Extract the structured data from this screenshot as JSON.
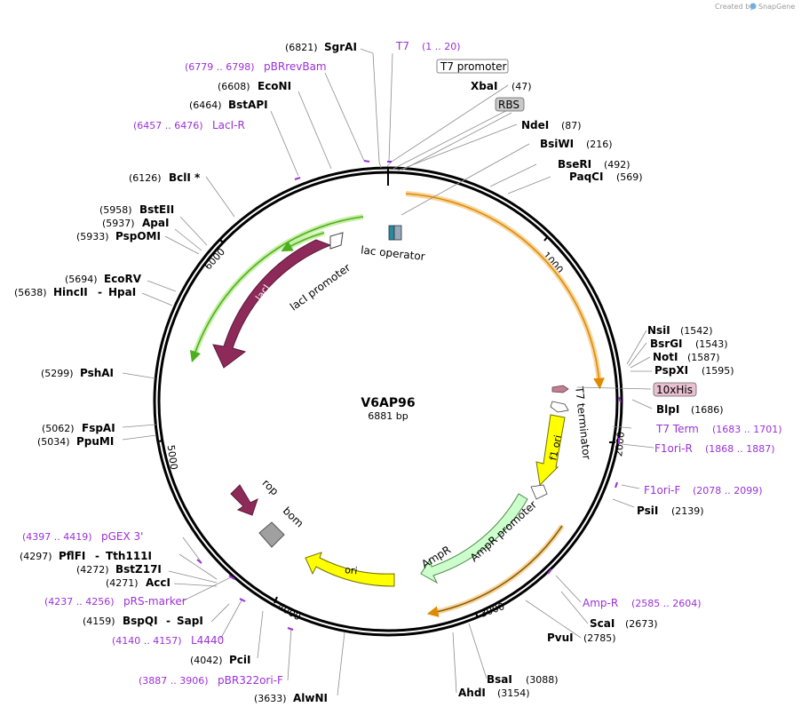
{
  "credit": {
    "prefix": "Created by",
    "brand": "SnapGene"
  },
  "plasmid": {
    "name": "V6AP96",
    "size_label": "6881 bp"
  },
  "ticks": [
    "1000",
    "2000",
    "3000",
    "4000",
    "5000",
    "6000"
  ],
  "features": {
    "lacI": "lacI",
    "lacI_promoter": "lacI promoter",
    "lac_operator": "lac operator",
    "t7_terminator": "T7 terminator",
    "f1_ori": "f1 ori",
    "AmpR_promoter": "AmpR promoter",
    "AmpR": "AmpR",
    "ori": "ori",
    "rop": "rop",
    "bom": "bom",
    "t7_promoter": "T7 promoter",
    "RBS": "RBS",
    "his": "10xHis"
  },
  "sites": {
    "SgrAI": {
      "pos": "(6821)",
      "name": "SgrAI"
    },
    "EcoNI": {
      "pos": "(6608)",
      "name": "EcoNI"
    },
    "BstAPI": {
      "pos": "(6464)",
      "name": "BstAPI"
    },
    "BclI": {
      "pos": "(6126)",
      "name": "BclI *"
    },
    "BstEII": {
      "pos": "(5958)",
      "name": "BstEII"
    },
    "ApaI": {
      "pos": "(5937)",
      "name": "ApaI"
    },
    "PspOMI": {
      "pos": "(5933)",
      "name": "PspOMI"
    },
    "EcoRV": {
      "pos": "(5694)",
      "name": "EcoRV"
    },
    "HincII": {
      "pos": "(5638)",
      "name": "HincII",
      "name2": "HpaI"
    },
    "PshAI": {
      "pos": "(5299)",
      "name": "PshAI"
    },
    "FspAI": {
      "pos": "(5062)",
      "name": "FspAI"
    },
    "PpuMI": {
      "pos": "(5034)",
      "name": "PpuMI"
    },
    "PflFI": {
      "pos": "(4297)",
      "name": "PflFI",
      "name2": "Tth111I"
    },
    "BstZ17I": {
      "pos": "(4272)",
      "name": "BstZ17I"
    },
    "AccI": {
      "pos": "(4271)",
      "name": "AccI"
    },
    "BspQI": {
      "pos": "(4159)",
      "name": "BspQI",
      "name2": "SapI"
    },
    "PciI": {
      "pos": "(4042)",
      "name": "PciI"
    },
    "AlwNI": {
      "pos": "(3633)",
      "name": "AlwNI"
    },
    "XbaI": {
      "pos": "(47)",
      "name": "XbaI"
    },
    "NdeI": {
      "pos": "(87)",
      "name": "NdeI"
    },
    "BsiWI": {
      "pos": "(216)",
      "name": "BsiWI"
    },
    "BseRI": {
      "pos": "(492)",
      "name": "BseRI"
    },
    "PaqCI": {
      "pos": "(569)",
      "name": "PaqCI"
    },
    "NsiI": {
      "pos": "(1542)",
      "name": "NsiI"
    },
    "BsrGI": {
      "pos": "(1543)",
      "name": "BsrGI"
    },
    "NotI": {
      "pos": "(1587)",
      "name": "NotI"
    },
    "PspXI": {
      "pos": "(1595)",
      "name": "PspXI"
    },
    "BlpI": {
      "pos": "(1686)",
      "name": "BlpI"
    },
    "PsiI": {
      "pos": "(2139)",
      "name": "PsiI"
    },
    "ScaI": {
      "pos": "(2673)",
      "name": "ScaI"
    },
    "PvuI": {
      "pos": "(2785)",
      "name": "PvuI"
    },
    "BsaI": {
      "pos": "(3088)",
      "name": "BsaI"
    },
    "AhdI": {
      "pos": "(3154)",
      "name": "AhdI"
    }
  },
  "primers": {
    "pBRrevBam": {
      "range": "(6779 .. 6798)",
      "name": "pBRrevBam"
    },
    "LacI_R": {
      "range": "(6457 .. 6476)",
      "name": "LacI-R"
    },
    "T7": {
      "range": "(1 .. 20)",
      "name": "T7"
    },
    "T7_Term": {
      "range": "(1683 .. 1701)",
      "name": "T7 Term"
    },
    "F1ori_R": {
      "range": "(1868 .. 1887)",
      "name": "F1ori-R"
    },
    "F1ori_F": {
      "range": "(2078 .. 2099)",
      "name": "F1ori-F"
    },
    "Amp_R": {
      "range": "(2585 .. 2604)",
      "name": "Amp-R"
    },
    "pGEX3": {
      "range": "(4397 .. 4419)",
      "name": "pGEX 3'"
    },
    "pRS_marker": {
      "range": "(4237 .. 4256)",
      "name": "pRS-marker"
    },
    "L4440": {
      "range": "(4140 .. 4157)",
      "name": "L4440"
    },
    "pBR322ori_F": {
      "range": "(3887 .. 3906)",
      "name": "pBR322ori-F"
    }
  },
  "colors": {
    "backbone": "#000000",
    "lacI": "#8e2a5a",
    "ori": "#ffff00",
    "f1ori": "#ffff00",
    "AmpR": "#ccffcc",
    "primer": "#9b30d9",
    "orange_primer": "#f0a830",
    "green_primer": "#66cc33",
    "feature_gray": "#a0a0a0"
  }
}
